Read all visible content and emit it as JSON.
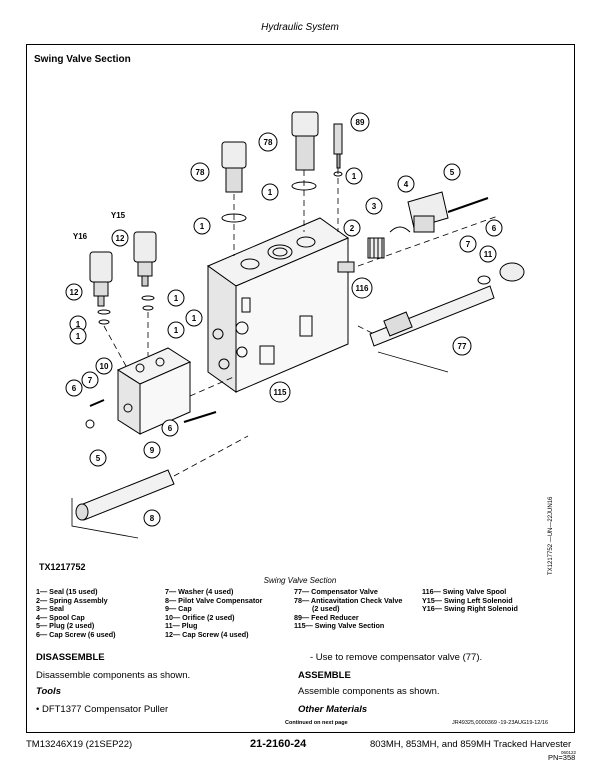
{
  "header": {
    "title": "Hydraulic System"
  },
  "section": {
    "title": "Swing Valve Section"
  },
  "figure": {
    "id": "TX1217752",
    "side_id": "TX1217752 —UN—22JUN16",
    "caption": "Swing Valve Section",
    "callouts": [
      "1",
      "2",
      "3",
      "4",
      "5",
      "6",
      "7",
      "8",
      "9",
      "10",
      "11",
      "12",
      "77",
      "78",
      "89",
      "115",
      "116"
    ],
    "side_labels": [
      "Y15",
      "Y16"
    ]
  },
  "legend": {
    "col1": [
      "1— Seal (15 used)",
      "2— Spring Assembly",
      "3— Seal",
      "4— Spool Cap",
      "5— Plug (2 used)",
      "6— Cap Screw (6 used)"
    ],
    "col2": [
      "7— Washer (4 used)",
      "8— Pilot Valve Compensator",
      "9— Cap",
      "10— Orifice (2 used)",
      "11— Plug",
      "12— Cap Screw (4 used)"
    ],
    "col3": [
      "77— Compensator Valve",
      "78— Anticavitation Check Valve",
      "(2 used)",
      "89— Feed Reducer",
      "115— Swing Valve Section"
    ],
    "col4": [
      "116— Swing Valve Spool",
      "Y15— Swing Left Solenoid",
      "Y16— Swing Right Solenoid"
    ]
  },
  "disassemble": {
    "heading": "DISASSEMBLE",
    "text": "Disassemble components as shown.",
    "tools_heading": "Tools",
    "tool_item": "DFT1377 Compensator Puller"
  },
  "right_col": {
    "bullet": "- Use to remove compensator valve (77).",
    "assemble_heading": "ASSEMBLE",
    "assemble_text": "Assemble components as shown.",
    "other_heading": "Other Materials",
    "continued": "Continued on next page",
    "doc_ref": "JR49325,0000369 -19-23AUG19-12/16"
  },
  "footer": {
    "left": "TM13246X19 (21SEP22)",
    "center": "21-2160-24",
    "right": "803MH, 853MH, and 859MH Tracked Harvester",
    "code": "060122",
    "pn": "PN=358"
  }
}
